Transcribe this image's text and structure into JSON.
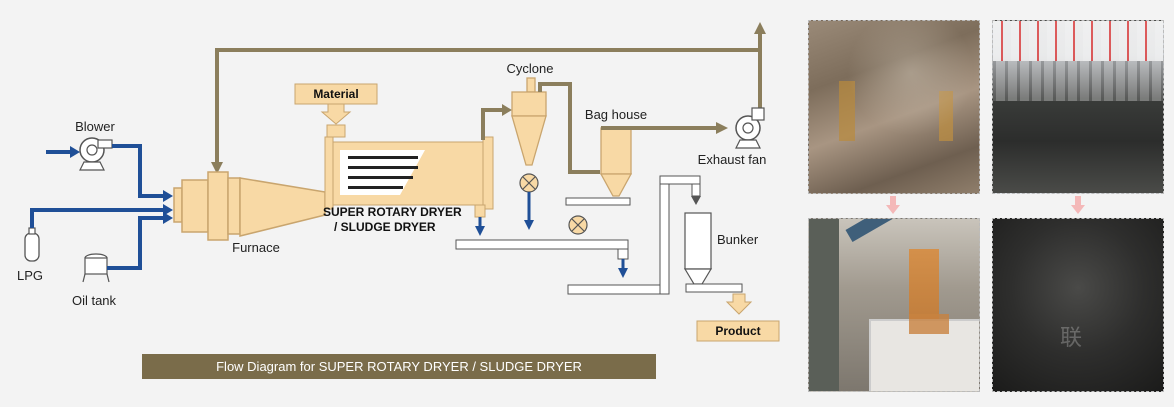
{
  "labels": {
    "blower": "Blower",
    "lpg": "LPG",
    "oil_tank": "Oil tank",
    "furnace": "Furnace",
    "material": "Material",
    "dryer_line1": "SUPER ROTARY DRYER",
    "dryer_line2": "/ SLUDGE DRYER",
    "cyclone": "Cyclone",
    "bag_house": "Bag house",
    "exhaust_fan": "Exhaust fan",
    "bunker": "Bunker",
    "product": "Product"
  },
  "caption": "Flow Diagram for SUPER ROTARY DRYER / SLUDGE DRYER",
  "colors": {
    "equipment": "#f8d9a5",
    "equipment_stroke": "#c9a56e",
    "duct": "#8b7e5c",
    "air_line": "#1f4f97",
    "caption_bg": "#7a6c4a",
    "label_box": "#f8d9a5"
  },
  "photos": [
    {
      "name": "wet-sludge-photo"
    },
    {
      "name": "filter-press-cake-photo"
    },
    {
      "name": "conveyor-discharge-photo"
    },
    {
      "name": "dried-product-photo"
    }
  ]
}
